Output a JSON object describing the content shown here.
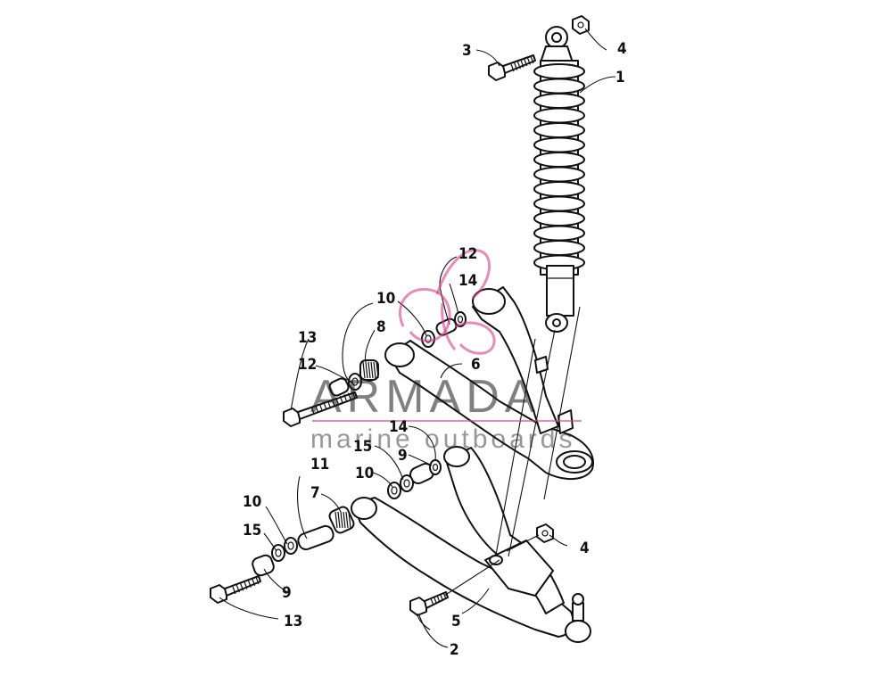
{
  "callouts": [
    {
      "id": "c1",
      "label": "1"
    },
    {
      "id": "c2",
      "label": "2"
    },
    {
      "id": "c3",
      "label": "3"
    },
    {
      "id": "c4a",
      "label": "4"
    },
    {
      "id": "c4b",
      "label": "4"
    },
    {
      "id": "c5",
      "label": "5"
    },
    {
      "id": "c6",
      "label": "6"
    },
    {
      "id": "c7",
      "label": "7"
    },
    {
      "id": "c8",
      "label": "8"
    },
    {
      "id": "c9a",
      "label": "9"
    },
    {
      "id": "c9b",
      "label": "9"
    },
    {
      "id": "c10a",
      "label": "10"
    },
    {
      "id": "c10b",
      "label": "10"
    },
    {
      "id": "c10c",
      "label": "10"
    },
    {
      "id": "c11",
      "label": "11"
    },
    {
      "id": "c12a",
      "label": "12"
    },
    {
      "id": "c12b",
      "label": "12"
    },
    {
      "id": "c13a",
      "label": "13"
    },
    {
      "id": "c13b",
      "label": "13"
    },
    {
      "id": "c14a",
      "label": "14"
    },
    {
      "id": "c14b",
      "label": "14"
    },
    {
      "id": "c15a",
      "label": "15"
    },
    {
      "id": "c15b",
      "label": "15"
    }
  ],
  "watermark": {
    "brand": "ARMADA",
    "tagline": "marine outboards",
    "color": "#d63f8c"
  }
}
